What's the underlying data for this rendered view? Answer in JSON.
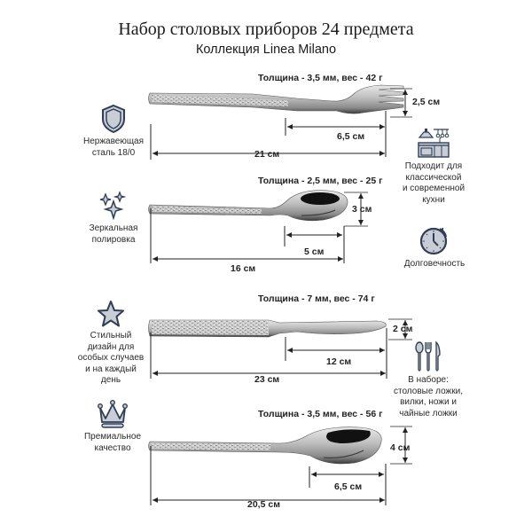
{
  "header": {
    "title": "Набор столовых приборов 24 предмета",
    "subtitle": "Коллекция Linea Milano"
  },
  "items": [
    {
      "name": "fork",
      "spec": "Толщина - 3,5 мм, вес - 42 г",
      "total_length": "21 см",
      "head_length": "6,5 см",
      "head_width": "2,5 см"
    },
    {
      "name": "teaspoon",
      "spec": "Толщина - 2,5 мм, вес - 25 г",
      "total_length": "16 см",
      "head_length": "5 см",
      "head_width": "3 см"
    },
    {
      "name": "knife",
      "spec": "Толщина - 7 мм, вес - 74 г",
      "total_length": "23 см",
      "head_length": "12 см",
      "head_width": "2 см"
    },
    {
      "name": "tablespoon",
      "spec": "Толщина - 3,5 мм, вес - 56 г",
      "total_length": "20,5 см",
      "head_length": "6,5 см",
      "head_width": "4 см"
    }
  ],
  "features_left": [
    {
      "icon": "shield-icon",
      "line1": "Нержавеющая",
      "line2": "сталь 18/0"
    },
    {
      "icon": "sparkles-icon",
      "line1": "Зеркальная",
      "line2": "полировка"
    },
    {
      "icon": "star-icon",
      "line1": "Стильный",
      "line2": "дизайн для",
      "line3": "особых случаев",
      "line4": "и на каждый",
      "line5": "день"
    },
    {
      "icon": "crown-icon",
      "line1": "Премиальное",
      "line2": "качество"
    }
  ],
  "features_right": [
    {
      "icon": "kitchen-icon",
      "line1": "Подходит для",
      "line2": "классической",
      "line3": "и современной",
      "line4": "кухни"
    },
    {
      "icon": "clock-icon",
      "line1": "Долговечность"
    },
    {
      "icon": "cutlery-icon",
      "line1": "В наборе:",
      "line2": "столовые ложки,",
      "line3": "вилки, ножи и",
      "line4": "чайные ложки"
    }
  ],
  "colors": {
    "icon_fill": "#c9ced6",
    "icon_stroke": "#2f3e55",
    "text": "#222222"
  }
}
